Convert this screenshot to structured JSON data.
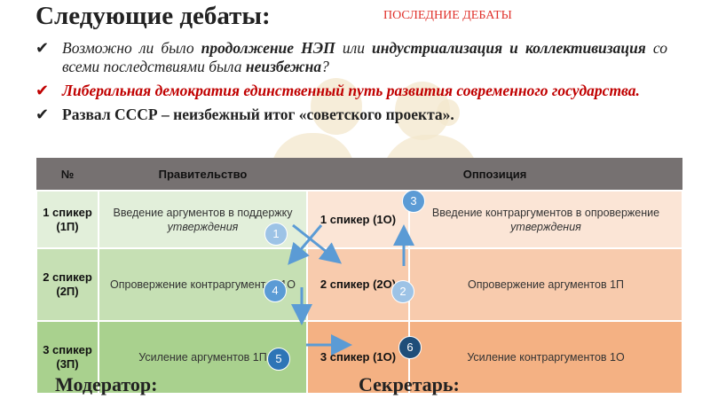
{
  "title": "Следующие дебаты:",
  "tag": "ПОСЛЕДНИЕ ДЕБАТЫ",
  "bullets": {
    "b1": {
      "p1": "Возможно ли было ",
      "e1": "продолжение НЭП",
      "p2": " или ",
      "e2": "индустриализация и коллективизация",
      "p3": " со всеми последствиями была ",
      "e3": "неизбежна",
      "p4": "?"
    },
    "b2": "Либеральная демократия единственный путь развития современного государства.",
    "b3": "Развал СССР – неизбежный итог «советского проекта»."
  },
  "table": {
    "headers": {
      "num": "№",
      "gov": "Правительство",
      "opp": "Оппозиция"
    },
    "rows": [
      {
        "gov_speaker": "1 спикер (1П)",
        "gov_task_main": "Введение аргументов в поддержку ",
        "gov_task_em": "утверждения",
        "opp_speaker": "1 спикер (1О)",
        "opp_task_main": "Введение контраргументов в опровержение ",
        "opp_task_em": "утверждения"
      },
      {
        "gov_speaker": "2 спикер (2П)",
        "gov_task": "Опровержение контраргументов 1О",
        "opp_speaker": "2 спикер (2О)",
        "opp_task": "Опровержение аргументов 1П"
      },
      {
        "gov_speaker": "3 спикер (3П)",
        "gov_task": "Усиление аргументов 1П",
        "opp_speaker": "3 спикер (1О)",
        "opp_task": "Усиление контраргументов 1О"
      }
    ]
  },
  "steps": [
    "1",
    "2",
    "3",
    "4",
    "5",
    "6"
  ],
  "footer": {
    "moderator": "Модератор:",
    "secretary": "Секретарь:"
  },
  "colors": {
    "arrow": "#5b9bd5",
    "header_bg": "#767171",
    "gov_shades": [
      "#e2efda",
      "#c6e0b4",
      "#a9d18e"
    ],
    "opp_shades": [
      "#fbe5d6",
      "#f8cbad",
      "#f4b183"
    ],
    "highlight_red": "#c00000"
  }
}
